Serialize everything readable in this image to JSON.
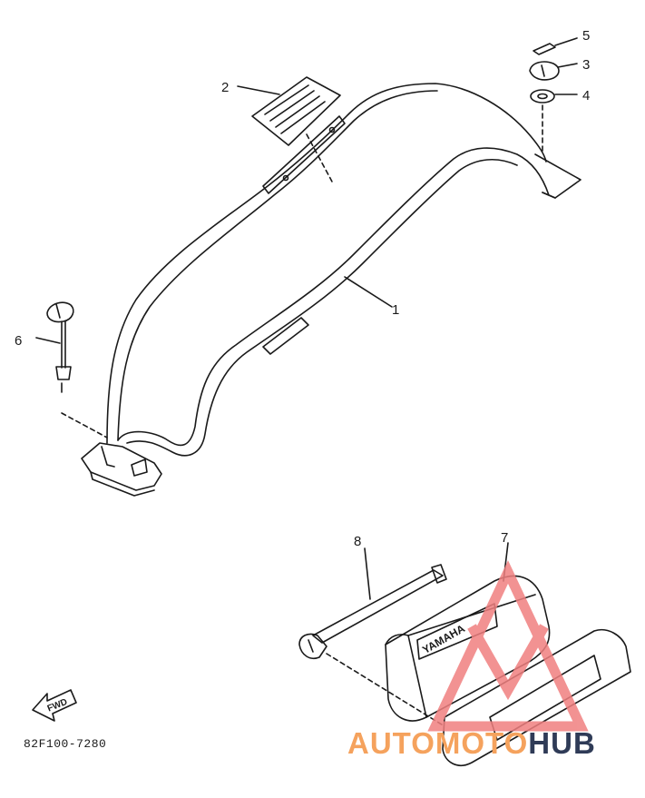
{
  "callouts": [
    {
      "id": "1",
      "text": "1"
    },
    {
      "id": "2",
      "text": "2"
    },
    {
      "id": "3",
      "text": "3"
    },
    {
      "id": "4",
      "text": "4"
    },
    {
      "id": "5",
      "text": "5"
    },
    {
      "id": "6",
      "text": "6"
    },
    {
      "id": "7",
      "text": "7"
    },
    {
      "id": "8",
      "text": "8"
    }
  ],
  "fwd_label": "FWD",
  "toolbox_lettering": "YAMAHA",
  "diagram_code": "82F100-7280",
  "watermark": {
    "part1": "AUTOMOTO",
    "part2": "HUB",
    "color_part1": "#f5a25d",
    "color_part2": "#2f3b57",
    "logo_color": "#f08080"
  }
}
